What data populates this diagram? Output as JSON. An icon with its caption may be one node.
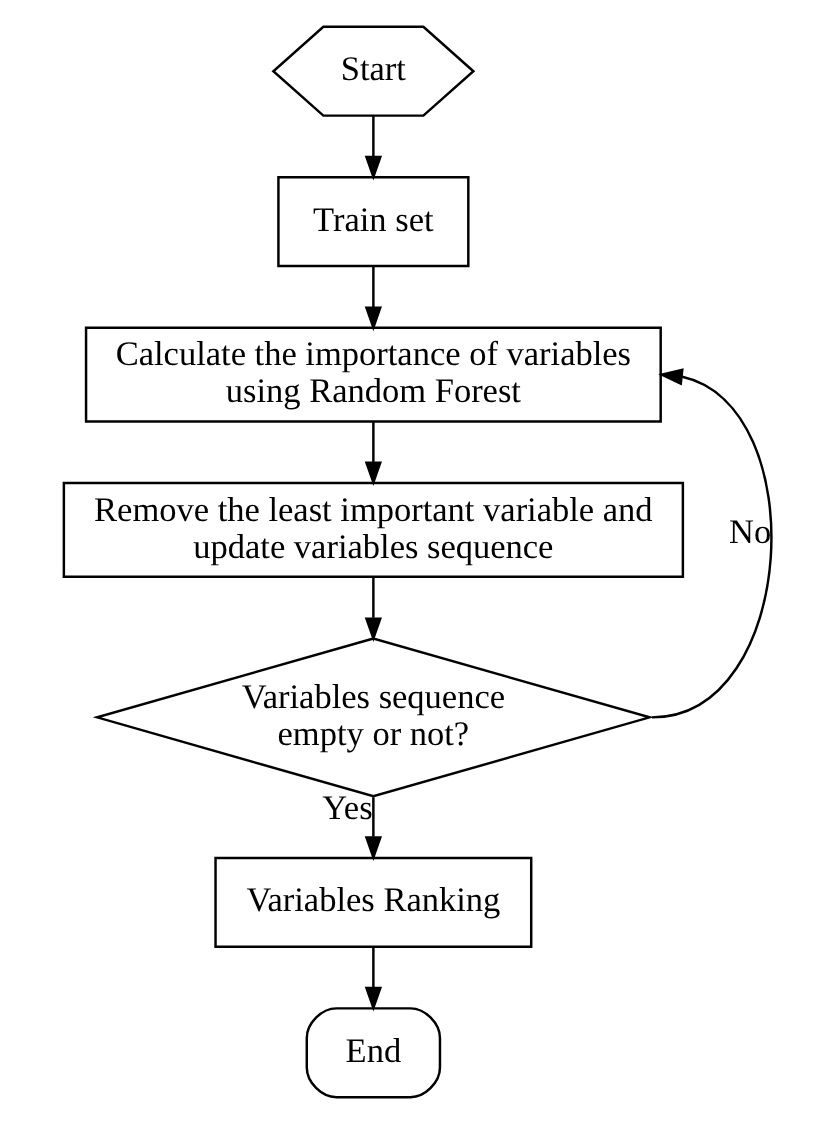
{
  "diagram": {
    "nodes": [
      {
        "text": [
          "Start"
        ]
      },
      {
        "text": [
          "Train set"
        ]
      },
      {
        "text": [
          "Calculate the importance of variables using Random Forest"
        ]
      },
      {
        "text": [
          "Remove the least important variable and update variables sequence"
        ]
      },
      {
        "text": [
          "Variables sequence empty or not?"
        ]
      },
      {
        "text": [
          "Variables Ranking"
        ]
      },
      {
        "text": [
          "End"
        ]
      }
    ],
    "edges": [
      {
        "from": 0,
        "to": 1,
        "arrow": "to"
      },
      {
        "from": 1,
        "to": 2,
        "arrow": "to"
      },
      {
        "from": 2,
        "to": 3,
        "arrow": "to"
      },
      {
        "from": 3,
        "to": 4,
        "arrow": "to"
      },
      {
        "from": 4,
        "to": 2,
        "arrow": "to",
        "label": "No"
      },
      {
        "from": 4,
        "to": 5,
        "arrow": "to",
        "label": "Yes"
      },
      {
        "from": 5,
        "to": 6,
        "arrow": "to"
      }
    ]
  }
}
